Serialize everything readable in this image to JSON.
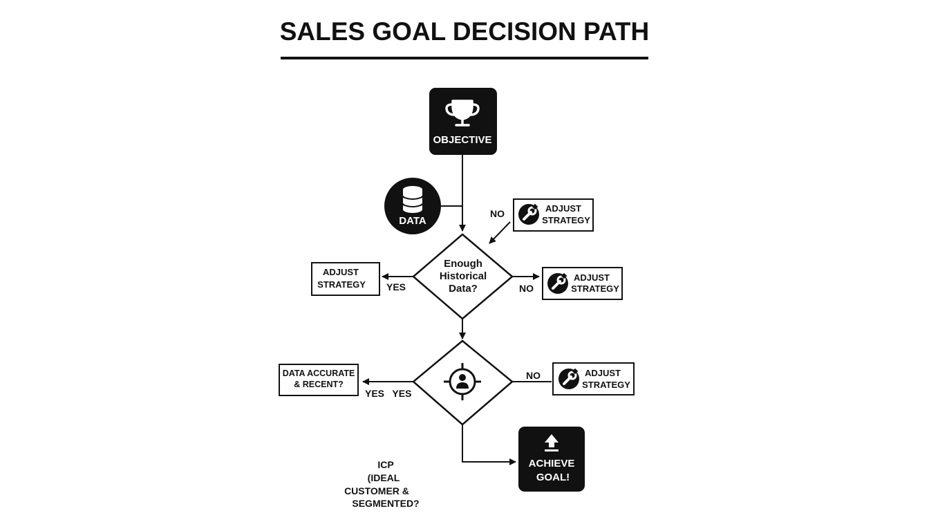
{
  "title": "SALES GOAL DECISION PATH",
  "nodes": {
    "objective": "OBJECTIVE",
    "data": "DATA",
    "decision1": [
      "Enough",
      "Historical",
      "Data?"
    ],
    "adjust_left": [
      "ADJUST",
      "STRATEGY"
    ],
    "adjust_top_right": [
      "ADJUST",
      "STRATEGY"
    ],
    "adjust_mid_right": [
      "ADJUST",
      "STRATEGY"
    ],
    "adjust_bottom_right": [
      "ADJUST",
      "STRATEGY"
    ],
    "accurate": [
      "DATA ACCURATE",
      "& RECENT?"
    ],
    "achieve": [
      "ACHIEVE",
      "GOAL!"
    ],
    "icp": [
      "ICP",
      "(IDEAL",
      "CUSTOMER &",
      "SEGMENTED?"
    ]
  },
  "edge_labels": {
    "no_top": "NO",
    "yes_left": "YES",
    "no_mid": "NO",
    "yes_yes": "YES   YES",
    "no_bottom": "NO"
  },
  "icons": {
    "objective": "trophy-icon",
    "data": "database-icon",
    "adjust": "wrench-icon",
    "decision2": "target-user-icon",
    "achieve": "upload-arrow-icon"
  },
  "colors": {
    "ink": "#111111",
    "paper": "#ffffff"
  }
}
